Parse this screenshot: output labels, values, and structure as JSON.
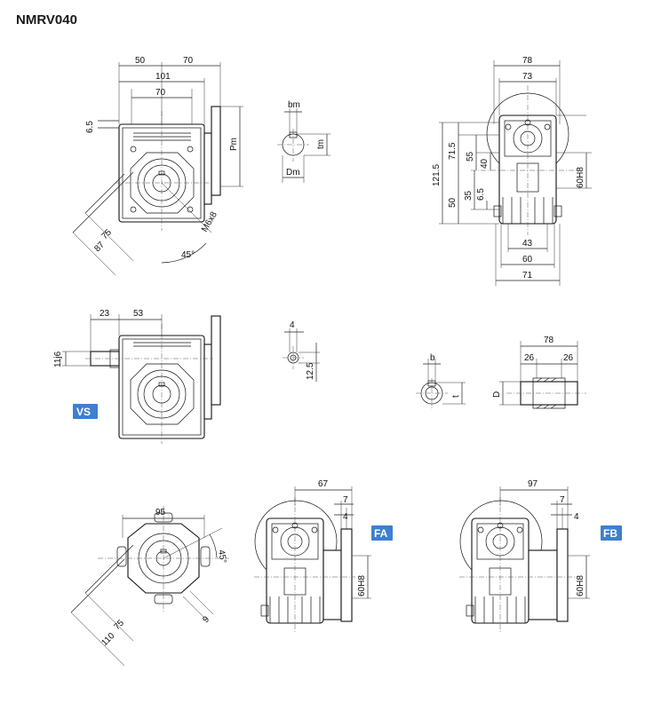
{
  "title": "NMRV040",
  "badges": {
    "vs": "VS",
    "fa": "FA",
    "fb": "FB"
  },
  "colors": {
    "badge": "#3d7fd0",
    "line": "#111111"
  },
  "view_front": {
    "d50": "50",
    "d70a": "70",
    "d101": "101",
    "d70b": "70",
    "d6_5": "6.5",
    "pm": "Pm",
    "d75": "75",
    "d87": "87",
    "d45": "45°",
    "m6x8": "M6x8"
  },
  "view_shaft": {
    "bm": "bm",
    "tm": "tm",
    "dm": "Dm"
  },
  "view_side": {
    "d78": "78",
    "d73": "73",
    "d121_5": "121.5",
    "d71_5": "71.5",
    "d55": "55",
    "d40": "40",
    "d50": "50",
    "d35": "35",
    "d6_5": "6.5",
    "d60h8": "60H8",
    "d43": "43",
    "d60": "60",
    "d71": "71"
  },
  "view_vs": {
    "d23": "23",
    "d53": "53",
    "d11j6": "11j6"
  },
  "view_key": {
    "d4": "4",
    "d12_5": "12.5"
  },
  "view_hollow": {
    "b": "b",
    "t": "t",
    "d": "D"
  },
  "view_shaft2": {
    "d78": "78",
    "d26a": "26",
    "d26b": "26"
  },
  "view_flange": {
    "d95": "95",
    "d45": "45°",
    "d75": "75",
    "d110": "110",
    "d9": "9"
  },
  "view_fa": {
    "d67": "67",
    "d7": "7",
    "d4": "4",
    "d60h8": "60H8"
  },
  "view_fb": {
    "d97": "97",
    "d7": "7",
    "d4": "4",
    "d60h8": "60H8"
  }
}
